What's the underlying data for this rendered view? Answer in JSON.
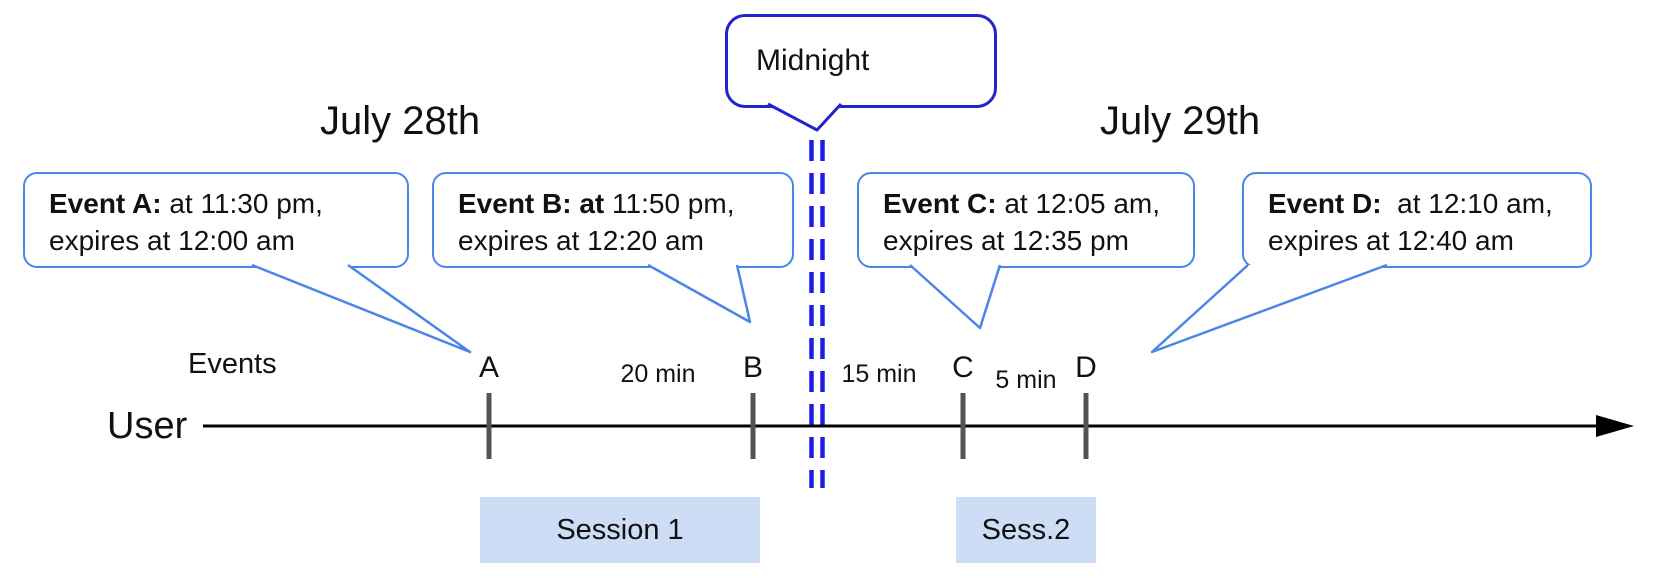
{
  "dates": {
    "left": "July 28th",
    "right": "July 29th"
  },
  "midnight_label": "Midnight",
  "axis": {
    "events_label": "Events",
    "user_label": "User"
  },
  "callouts": [
    {
      "id": "A",
      "bold": "Event A:",
      "rest": " at 11:30 pm,",
      "line2": "expires at 12:00 am"
    },
    {
      "id": "B",
      "bold": "Event B: at",
      "rest": " 11:50 pm,",
      "line2": "expires at 12:20 am"
    },
    {
      "id": "C",
      "bold": "Event C:",
      "rest": " at 12:05 am,",
      "line2": "expires at 12:35 pm"
    },
    {
      "id": "D",
      "bold": "Event D:",
      "rest": "  at 12:10 am,",
      "line2": "expires at 12:40 am"
    }
  ],
  "tick_labels": [
    "A",
    "B",
    "C",
    "D"
  ],
  "interval_labels": [
    "20 min",
    "15 min",
    "5 min"
  ],
  "sessions": [
    "Session 1",
    "Sess.2"
  ],
  "colors": {
    "callout_border": "#4a86e8",
    "midnight_blue": "#2222cf",
    "dashed_line_blue": "#1d1de4",
    "session_fill": "#cdddf6",
    "tick_gray": "#545454",
    "timeline_black": "#000000"
  }
}
